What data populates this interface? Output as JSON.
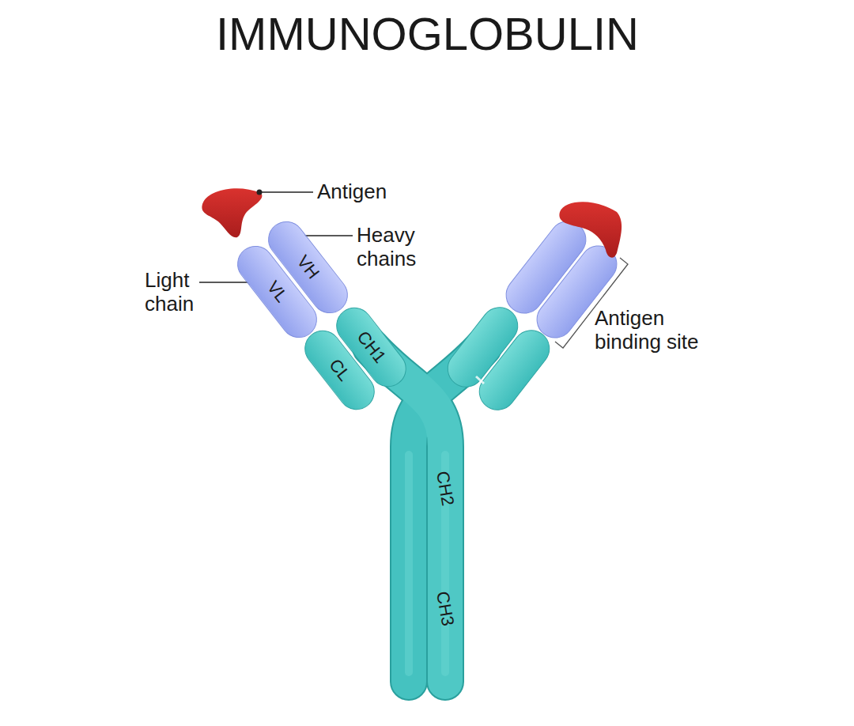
{
  "diagram": {
    "title": "IMMUNOGLOBULIN",
    "nodes": [
      {
        "text": [
          "VL"
        ]
      },
      {
        "text": [
          "VH"
        ]
      },
      {
        "text": [
          "CH1"
        ]
      },
      {
        "text": [
          "CL"
        ]
      }
    ],
    "labels": [
      "Antigen",
      "Heavy chains",
      "Light chain",
      "Antigen binding site",
      "CH2",
      "CH3"
    ]
  }
}
